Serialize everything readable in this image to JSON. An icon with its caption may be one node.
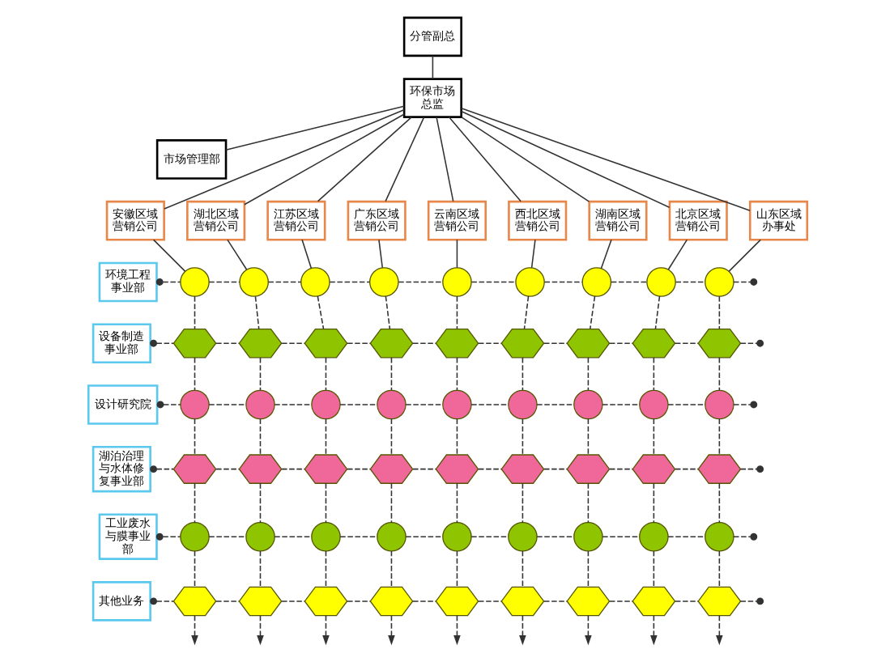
{
  "diagram": {
    "nodes": [
      {
        "text": [
          "分管副总"
        ]
      },
      {
        "text": [
          "环保市场总监"
        ]
      },
      {
        "text": [
          "市场管理部"
        ]
      },
      {
        "text": [
          "安徽区域营销公司"
        ]
      },
      {
        "text": [
          "湖北区域营销公司"
        ]
      },
      {
        "text": [
          "江苏区域营销公司"
        ]
      },
      {
        "text": [
          "广东区域营销公司"
        ]
      },
      {
        "text": [
          "云南区域营销公司"
        ]
      },
      {
        "text": [
          "西北区域营销公司"
        ]
      },
      {
        "text": [
          "湖南区域营销公司"
        ]
      },
      {
        "text": [
          "北京区域营销公司"
        ]
      },
      {
        "text": [
          "山东区域办事处"
        ]
      },
      {
        "text": [
          "环境工程事业部"
        ]
      },
      {
        "text": [
          "设备制造事业部"
        ]
      },
      {
        "text": [
          "设计研究院"
        ]
      },
      {
        "text": [
          "湖泊治理与水体修复事业部"
        ]
      },
      {
        "text": [
          "工业废水与膜事业部"
        ]
      },
      {
        "text": [
          "其他业务"
        ]
      },
      {
        "text": [],
        "shape": "circle"
      },
      {
        "text": [],
        "shape": "circle"
      },
      {
        "text": [],
        "shape": "circle"
      },
      {
        "text": [],
        "shape": "circle"
      },
      {
        "text": [],
        "shape": "circle"
      },
      {
        "text": [],
        "shape": "circle"
      },
      {
        "text": [],
        "shape": "circle"
      },
      {
        "text": [],
        "shape": "circle"
      },
      {
        "text": [],
        "shape": "circle"
      },
      {
        "text": [],
        "shape": "hexagon"
      },
      {
        "text": [],
        "shape": "hexagon"
      },
      {
        "text": [],
        "shape": "hexagon"
      },
      {
        "text": [],
        "shape": "hexagon"
      },
      {
        "text": [],
        "shape": "hexagon"
      },
      {
        "text": [],
        "shape": "hexagon"
      },
      {
        "text": [],
        "shape": "hexagon"
      },
      {
        "text": [],
        "shape": "hexagon"
      },
      {
        "text": [],
        "shape": "hexagon"
      },
      {
        "text": [],
        "shape": "circle"
      },
      {
        "text": [],
        "shape": "circle"
      },
      {
        "text": [],
        "shape": "circle"
      },
      {
        "text": [],
        "shape": "circle"
      },
      {
        "text": [],
        "shape": "circle"
      },
      {
        "text": [],
        "shape": "circle"
      },
      {
        "text": [],
        "shape": "circle"
      },
      {
        "text": [],
        "shape": "circle"
      },
      {
        "text": [],
        "shape": "circle"
      },
      {
        "text": [],
        "shape": "hexagon"
      },
      {
        "text": [],
        "shape": "hexagon"
      },
      {
        "text": [],
        "shape": "hexagon"
      },
      {
        "text": [],
        "shape": "hexagon"
      },
      {
        "text": [],
        "shape": "hexagon"
      },
      {
        "text": [],
        "shape": "hexagon"
      },
      {
        "text": [],
        "shape": "hexagon"
      },
      {
        "text": [],
        "shape": "hexagon"
      },
      {
        "text": [],
        "shape": "hexagon"
      },
      {
        "text": [],
        "shape": "circle"
      },
      {
        "text": [],
        "shape": "circle"
      },
      {
        "text": [],
        "shape": "circle"
      },
      {
        "text": [],
        "shape": "circle"
      },
      {
        "text": [],
        "shape": "circle"
      },
      {
        "text": [],
        "shape": "circle"
      },
      {
        "text": [],
        "shape": "circle"
      },
      {
        "text": [],
        "shape": "circle"
      },
      {
        "text": [],
        "shape": "circle"
      },
      {
        "text": [],
        "shape": "hexagon"
      },
      {
        "text": [],
        "shape": "hexagon"
      },
      {
        "text": [],
        "shape": "hexagon"
      },
      {
        "text": [],
        "shape": "hexagon"
      },
      {
        "text": [],
        "shape": "hexagon"
      },
      {
        "text": [],
        "shape": "hexagon"
      },
      {
        "text": [],
        "shape": "hexagon"
      },
      {
        "text": [],
        "shape": "hexagon"
      },
      {
        "text": [],
        "shape": "hexagon"
      }
    ],
    "edges": [
      {
        "from": 0,
        "to": 1,
        "arrow": "none"
      },
      {
        "from": 1,
        "to": 2,
        "arrow": "none"
      },
      {
        "from": 1,
        "to": 3,
        "arrow": "none"
      },
      {
        "from": 1,
        "to": 4,
        "arrow": "none"
      },
      {
        "from": 1,
        "to": 5,
        "arrow": "none"
      },
      {
        "from": 1,
        "to": 6,
        "arrow": "none"
      },
      {
        "from": 1,
        "to": 7,
        "arrow": "none"
      },
      {
        "from": 1,
        "to": 8,
        "arrow": "none"
      },
      {
        "from": 1,
        "to": 9,
        "arrow": "none"
      },
      {
        "from": 1,
        "to": 10,
        "arrow": "none"
      },
      {
        "from": 1,
        "to": 11,
        "arrow": "none"
      },
      {
        "from": 3,
        "to": 18,
        "arrow": "none"
      },
      {
        "from": 18,
        "to": 27,
        "arrow": "none",
        "style": "dashed"
      },
      {
        "from": 27,
        "to": 36,
        "arrow": "none",
        "style": "dashed"
      },
      {
        "from": 36,
        "to": 45,
        "arrow": "none",
        "style": "dashed"
      },
      {
        "from": 45,
        "to": 54,
        "arrow": "none",
        "style": "dashed"
      },
      {
        "from": 54,
        "to": 63,
        "arrow": "none",
        "style": "dashed"
      },
      {
        "from": 63,
        "to": null,
        "arrow": "to",
        "style": "dashed"
      },
      {
        "from": 4,
        "to": 19,
        "arrow": "none"
      },
      {
        "from": 19,
        "to": 28,
        "arrow": "none",
        "style": "dashed"
      },
      {
        "from": 28,
        "to": 37,
        "arrow": "none",
        "style": "dashed"
      },
      {
        "from": 37,
        "to": 46,
        "arrow": "none",
        "style": "dashed"
      },
      {
        "from": 46,
        "to": 55,
        "arrow": "none",
        "style": "dashed"
      },
      {
        "from": 55,
        "to": 64,
        "arrow": "none",
        "style": "dashed"
      },
      {
        "from": 64,
        "to": null,
        "arrow": "to",
        "style": "dashed"
      },
      {
        "from": 5,
        "to": 20,
        "arrow": "none"
      },
      {
        "from": 20,
        "to": 29,
        "arrow": "none",
        "style": "dashed"
      },
      {
        "from": 29,
        "to": 38,
        "arrow": "none",
        "style": "dashed"
      },
      {
        "from": 38,
        "to": 47,
        "arrow": "none",
        "style": "dashed"
      },
      {
        "from": 47,
        "to": 56,
        "arrow": "none",
        "style": "dashed"
      },
      {
        "from": 56,
        "to": 65,
        "arrow": "none",
        "style": "dashed"
      },
      {
        "from": 65,
        "to": null,
        "arrow": "to",
        "style": "dashed"
      },
      {
        "from": 6,
        "to": 21,
        "arrow": "none"
      },
      {
        "from": 21,
        "to": 30,
        "arrow": "none",
        "style": "dashed"
      },
      {
        "from": 30,
        "to": 39,
        "arrow": "none",
        "style": "dashed"
      },
      {
        "from": 39,
        "to": 48,
        "arrow": "none",
        "style": "dashed"
      },
      {
        "from": 48,
        "to": 57,
        "arrow": "none",
        "style": "dashed"
      },
      {
        "from": 57,
        "to": 66,
        "arrow": "none",
        "style": "dashed"
      },
      {
        "from": 66,
        "to": null,
        "arrow": "to",
        "style": "dashed"
      },
      {
        "from": 7,
        "to": 22,
        "arrow": "none"
      },
      {
        "from": 22,
        "to": 31,
        "arrow": "none",
        "style": "dashed"
      },
      {
        "from": 31,
        "to": 40,
        "arrow": "none",
        "style": "dashed"
      },
      {
        "from": 40,
        "to": 49,
        "arrow": "none",
        "style": "dashed"
      },
      {
        "from": 49,
        "to": 58,
        "arrow": "none",
        "style": "dashed"
      },
      {
        "from": 58,
        "to": 67,
        "arrow": "none",
        "style": "dashed"
      },
      {
        "from": 67,
        "to": null,
        "arrow": "to",
        "style": "dashed"
      },
      {
        "from": 8,
        "to": 23,
        "arrow": "none"
      },
      {
        "from": 23,
        "to": 32,
        "arrow": "none",
        "style": "dashed"
      },
      {
        "from": 32,
        "to": 41,
        "arrow": "none",
        "style": "dashed"
      },
      {
        "from": 41,
        "to": 50,
        "arrow": "none",
        "style": "dashed"
      },
      {
        "from": 50,
        "to": 59,
        "arrow": "none",
        "style": "dashed"
      },
      {
        "from": 59,
        "to": 68,
        "arrow": "none",
        "style": "dashed"
      },
      {
        "from": 68,
        "to": null,
        "arrow": "to",
        "style": "dashed"
      },
      {
        "from": 9,
        "to": 24,
        "arrow": "none"
      },
      {
        "from": 24,
        "to": 33,
        "arrow": "none",
        "style": "dashed"
      },
      {
        "from": 33,
        "to": 42,
        "arrow": "none",
        "style": "dashed"
      },
      {
        "from": 42,
        "to": 51,
        "arrow": "none",
        "style": "dashed"
      },
      {
        "from": 51,
        "to": 60,
        "arrow": "none",
        "style": "dashed"
      },
      {
        "from": 60,
        "to": 69,
        "arrow": "none",
        "style": "dashed"
      },
      {
        "from": 69,
        "to": null,
        "arrow": "to",
        "style": "dashed"
      },
      {
        "from": 10,
        "to": 25,
        "arrow": "none"
      },
      {
        "from": 25,
        "to": 34,
        "arrow": "none",
        "style": "dashed"
      },
      {
        "from": 34,
        "to": 43,
        "arrow": "none",
        "style": "dashed"
      },
      {
        "from": 43,
        "to": 52,
        "arrow": "none",
        "style": "dashed"
      },
      {
        "from": 52,
        "to": 61,
        "arrow": "none",
        "style": "dashed"
      },
      {
        "from": 61,
        "to": 70,
        "arrow": "none",
        "style": "dashed"
      },
      {
        "from": 70,
        "to": null,
        "arrow": "to",
        "style": "dashed"
      },
      {
        "from": 11,
        "to": 26,
        "arrow": "none"
      },
      {
        "from": 26,
        "to": 35,
        "arrow": "none",
        "style": "dashed"
      },
      {
        "from": 35,
        "to": 44,
        "arrow": "none",
        "style": "dashed"
      },
      {
        "from": 44,
        "to": 53,
        "arrow": "none",
        "style": "dashed"
      },
      {
        "from": 53,
        "to": 62,
        "arrow": "none",
        "style": "dashed"
      },
      {
        "from": 62,
        "to": 71,
        "arrow": "none",
        "style": "dashed"
      },
      {
        "from": 71,
        "to": null,
        "arrow": "to",
        "style": "dashed"
      },
      {
        "from": 12,
        "to": 18,
        "arrow": "other",
        "style": "dashed"
      },
      {
        "from": 18,
        "to": 19,
        "arrow": "none",
        "style": "dashed"
      },
      {
        "from": 19,
        "to": 20,
        "arrow": "none",
        "style": "dashed"
      },
      {
        "from": 20,
        "to": 21,
        "arrow": "none",
        "style": "dashed"
      },
      {
        "from": 21,
        "to": 22,
        "arrow": "none",
        "style": "dashed"
      },
      {
        "from": 22,
        "to": 23,
        "arrow": "none",
        "style": "dashed"
      },
      {
        "from": 23,
        "to": 24,
        "arrow": "none",
        "style": "dashed"
      },
      {
        "from": 24,
        "to": 25,
        "arrow": "none",
        "style": "dashed"
      },
      {
        "from": 25,
        "to": 26,
        "arrow": "none",
        "style": "dashed"
      },
      {
        "from": null,
        "to": 26,
        "arrow": "other",
        "style": "dashed"
      },
      {
        "from": 13,
        "to": 27,
        "arrow": "other",
        "style": "dashed"
      },
      {
        "from": 27,
        "to": 28,
        "arrow": "none",
        "style": "dashed"
      },
      {
        "from": 28,
        "to": 29,
        "arrow": "none",
        "style": "dashed"
      },
      {
        "from": 29,
        "to": 30,
        "arrow": "none",
        "style": "dashed"
      },
      {
        "from": 30,
        "to": 31,
        "arrow": "none",
        "style": "dashed"
      },
      {
        "from": 31,
        "to": 32,
        "arrow": "none",
        "style": "dashed"
      },
      {
        "from": 32,
        "to": 33,
        "arrow": "none",
        "style": "dashed"
      },
      {
        "from": 33,
        "to": 34,
        "arrow": "none",
        "style": "dashed"
      },
      {
        "from": 34,
        "to": 35,
        "arrow": "none",
        "style": "dashed"
      },
      {
        "from": null,
        "to": 35,
        "arrow": "other",
        "style": "dashed"
      },
      {
        "from": 14,
        "to": 36,
        "arrow": "other",
        "style": "dashed"
      },
      {
        "from": 36,
        "to": 37,
        "arrow": "none",
        "style": "dashed"
      },
      {
        "from": 37,
        "to": 38,
        "arrow": "none",
        "style": "dashed"
      },
      {
        "from": 38,
        "to": 39,
        "arrow": "none",
        "style": "dashed"
      },
      {
        "from": 39,
        "to": 40,
        "arrow": "none",
        "style": "dashed"
      },
      {
        "from": 40,
        "to": 41,
        "arrow": "none",
        "style": "dashed"
      },
      {
        "from": 41,
        "to": 42,
        "arrow": "none",
        "style": "dashed"
      },
      {
        "from": 42,
        "to": 43,
        "arrow": "none",
        "style": "dashed"
      },
      {
        "from": 43,
        "to": 44,
        "arrow": "none",
        "style": "dashed"
      },
      {
        "from": null,
        "to": 44,
        "arrow": "other",
        "style": "dashed"
      },
      {
        "from": 15,
        "to": 45,
        "arrow": "other",
        "style": "dashed"
      },
      {
        "from": 45,
        "to": 46,
        "arrow": "none",
        "style": "dashed"
      },
      {
        "from": 46,
        "to": 47,
        "arrow": "none",
        "style": "dashed"
      },
      {
        "from": 47,
        "to": 48,
        "arrow": "none",
        "style": "dashed"
      },
      {
        "from": 48,
        "to": 49,
        "arrow": "none",
        "style": "dashed"
      },
      {
        "from": 49,
        "to": 50,
        "arrow": "none",
        "style": "dashed"
      },
      {
        "from": 50,
        "to": 51,
        "arrow": "none",
        "style": "dashed"
      },
      {
        "from": 51,
        "to": 52,
        "arrow": "none",
        "style": "dashed"
      },
      {
        "from": 52,
        "to": 53,
        "arrow": "none",
        "style": "dashed"
      },
      {
        "from": null,
        "to": 53,
        "arrow": "other",
        "style": "dashed"
      },
      {
        "from": 16,
        "to": 54,
        "arrow": "other",
        "style": "dashed"
      },
      {
        "from": 54,
        "to": 55,
        "arrow": "none",
        "style": "dashed"
      },
      {
        "from": 55,
        "to": 56,
        "arrow": "none",
        "style": "dashed"
      },
      {
        "from": 56,
        "to": 57,
        "arrow": "none",
        "style": "dashed"
      },
      {
        "from": 57,
        "to": 58,
        "arrow": "none",
        "style": "dashed"
      },
      {
        "from": 58,
        "to": 59,
        "arrow": "none",
        "style": "dashed"
      },
      {
        "from": 59,
        "to": 60,
        "arrow": "none",
        "style": "dashed"
      },
      {
        "from": 60,
        "to": 61,
        "arrow": "none",
        "style": "dashed"
      },
      {
        "from": 61,
        "to": 62,
        "arrow": "none",
        "style": "dashed"
      },
      {
        "from": null,
        "to": 62,
        "arrow": "other",
        "style": "dashed"
      },
      {
        "from": 17,
        "to": 63,
        "arrow": "other",
        "style": "dashed"
      },
      {
        "from": 63,
        "to": 64,
        "arrow": "none",
        "style": "dashed"
      },
      {
        "from": 64,
        "to": 65,
        "arrow": "none",
        "style": "dashed"
      },
      {
        "from": 65,
        "to": 66,
        "arrow": "none",
        "style": "dashed"
      },
      {
        "from": 66,
        "to": 67,
        "arrow": "none",
        "style": "dashed"
      },
      {
        "from": 67,
        "to": 68,
        "arrow": "none",
        "style": "dashed"
      },
      {
        "from": 68,
        "to": 69,
        "arrow": "none",
        "style": "dashed"
      },
      {
        "from": 69,
        "to": 70,
        "arrow": "none",
        "style": "dashed"
      },
      {
        "from": 70,
        "to": 71,
        "arrow": "none",
        "style": "dashed"
      },
      {
        "from": null,
        "to": 71,
        "arrow": "other",
        "style": "dashed"
      }
    ]
  }
}
